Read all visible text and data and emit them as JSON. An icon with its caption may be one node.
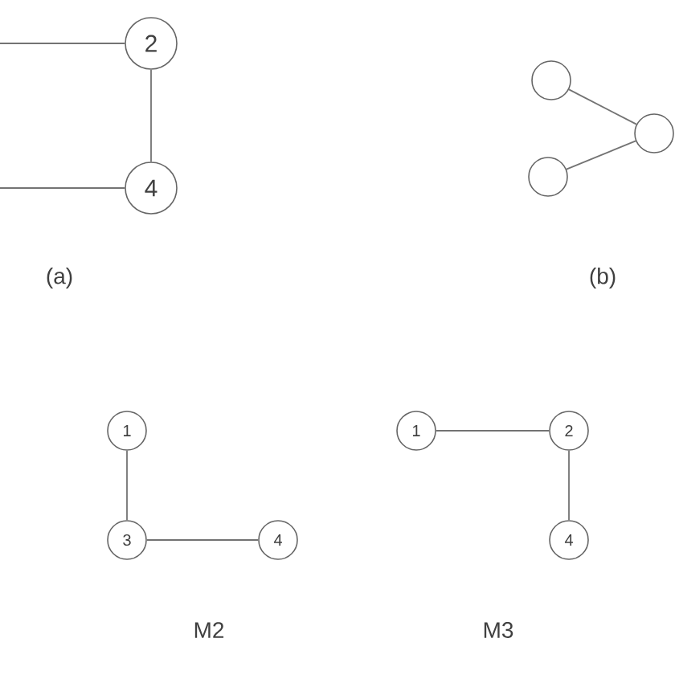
{
  "diagram": {
    "nodes": [
      {
        "text": [
          "2"
        ]
      },
      {
        "text": [
          "4"
        ]
      },
      {
        "text": [],
        "shape": "circle"
      },
      {
        "text": [],
        "shape": "circle"
      },
      {
        "text": [],
        "shape": "circle"
      },
      {
        "text": [
          "1"
        ]
      },
      {
        "text": [
          "1"
        ]
      },
      {
        "text": [
          "2"
        ]
      },
      {
        "text": [
          "3"
        ]
      },
      {
        "text": [
          "4"
        ]
      },
      {
        "text": [
          "4"
        ]
      }
    ],
    "edges": [
      {
        "from": null,
        "to": 0,
        "arrow": "none"
      },
      {
        "from": null,
        "to": 1,
        "arrow": "none"
      },
      {
        "from": 0,
        "to": 1,
        "arrow": "none"
      },
      {
        "from": 2,
        "to": 3,
        "arrow": "none"
      },
      {
        "from": 4,
        "to": 3,
        "arrow": "none"
      },
      {
        "from": 5,
        "to": 8,
        "arrow": "none"
      },
      {
        "from": 8,
        "to": 9,
        "arrow": "none"
      },
      {
        "from": 6,
        "to": 7,
        "arrow": "none"
      },
      {
        "from": 7,
        "to": 10,
        "arrow": "none"
      }
    ],
    "labels": [
      "(a)",
      "(b)",
      "M2",
      "M3"
    ]
  }
}
